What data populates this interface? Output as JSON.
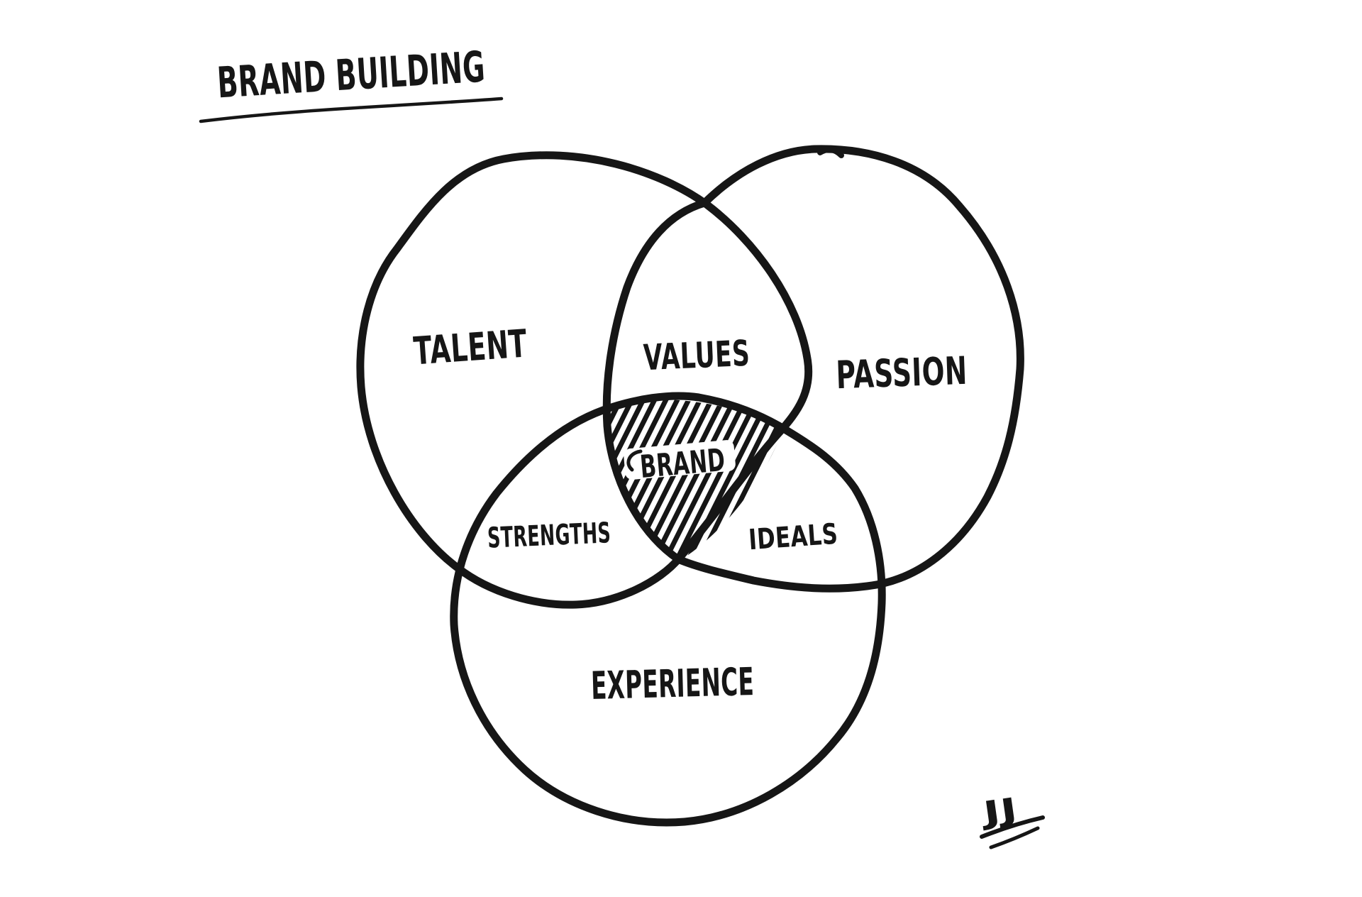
{
  "page": {
    "background_color": "#ffffff",
    "ink_color": "#161616",
    "style": "hand-drawn whiteboard sketch"
  },
  "title": {
    "text": "BRAND BUILDING",
    "underlined": true
  },
  "diagram": {
    "type": "venn",
    "sets": [
      {
        "id": "talent",
        "label": "TALENT",
        "position": "top-left-circle"
      },
      {
        "id": "passion",
        "label": "PASSION",
        "position": "top-right-circle"
      },
      {
        "id": "experience",
        "label": "EXPERIENCE",
        "position": "bottom-circle"
      }
    ],
    "intersections": [
      {
        "id": "talent-passion",
        "label": "VALUES"
      },
      {
        "id": "talent-experience",
        "label": "STRENGTHS"
      },
      {
        "id": "passion-experience",
        "label": "IDEALS"
      },
      {
        "id": "talent-passion-experience",
        "label": "BRAND",
        "style": "hatched"
      }
    ]
  },
  "signature": {
    "text": "JJ",
    "underline_strokes": 2
  }
}
